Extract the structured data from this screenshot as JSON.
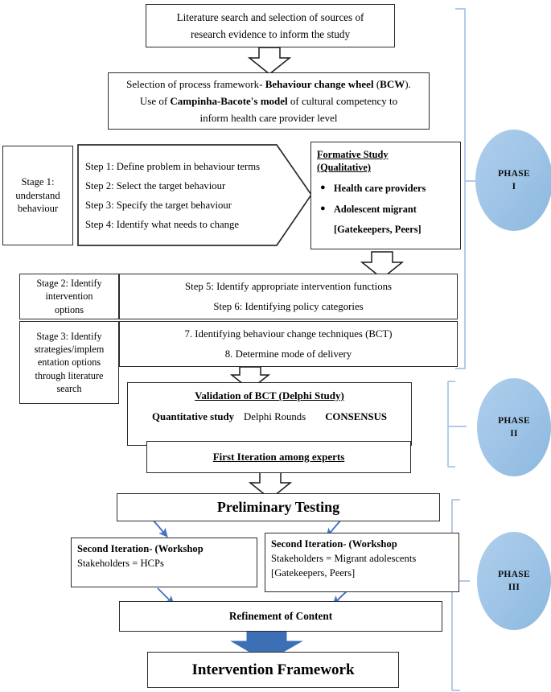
{
  "diagram": {
    "title": "Intervention development flowchart (BCW process)",
    "accent_blue": "#4472C4",
    "phase_fill": "#9DC3E6",
    "box_border": "#2b2b2b"
  },
  "boxes": {
    "literature_search": {
      "line1": "Literature search and selection of sources of",
      "line2": "research evidence to inform the study"
    },
    "process_framework": {
      "l1a": "Selection of process framework- ",
      "l1b": "Behaviour change wheel",
      "l1c": " (",
      "l1d": "BCW",
      "l1e": ").",
      "l2a": "Use  of ",
      "l2b": "Campinha-Bacote's model",
      "l2c": " of cultural competency  to",
      "l3": "inform health care provider level"
    },
    "stage1": {
      "line1": "Stage 1:",
      "line2": "understand",
      "line3": "behaviour"
    },
    "steps_1_4": {
      "step1": "Step 1: Define problem in behaviour terms",
      "step2": "Step 2: Select the target behaviour",
      "step3": "Step 3: Specify the target behaviour",
      "step4": "Step 4: Identify what needs to change"
    },
    "formative_study": {
      "heading1": "Formative Study",
      "heading2": "(Qualitative)",
      "bullet1": "Health care providers",
      "bullet2": "Adolescent migrant",
      "sub": "[Gatekeepers, Peers]"
    },
    "stage2": {
      "line1": "Stage  2: Identify",
      "line2": "intervention",
      "line3": "options"
    },
    "steps_5_6": {
      "step5": "Step 5: Identify appropriate intervention functions",
      "step6": "Step 6: Identifying policy categories"
    },
    "stage3": {
      "line1": "Stage 3: Identify",
      "line2": "strategies/implem",
      "line3": "entation options",
      "line4": "through literature",
      "line5": "search"
    },
    "steps_7_8": {
      "step7": "7.   Identifying behaviour change techniques (BCT)",
      "step8": "8.   Determine mode of delivery"
    },
    "validation": {
      "heading": "Validation of BCT (Delphi Study)",
      "left": "Quantitative study",
      "middle": "Delphi Rounds",
      "right": "CONSENSUS"
    },
    "first_iteration": {
      "text": "First Iteration among experts"
    },
    "preliminary_testing": {
      "text": "Preliminary Testing"
    },
    "second_iteration_left": {
      "line1": "Second Iteration- (Workshop",
      "line2": "Stakeholders = HCPs"
    },
    "second_iteration_right": {
      "line1": "Second Iteration- (Workshop",
      "line2": "Stakeholders = Migrant adolescents",
      "line3": "[Gatekeepers, Peers]"
    },
    "refinement": {
      "text": "Refinement of Content"
    },
    "intervention_framework": {
      "text": "Intervention Framework"
    }
  },
  "phases": [
    {
      "name": "PHASE",
      "numeral": "I"
    },
    {
      "name": "PHASE",
      "numeral": "II"
    },
    {
      "name": "PHASE",
      "numeral": "III"
    }
  ]
}
